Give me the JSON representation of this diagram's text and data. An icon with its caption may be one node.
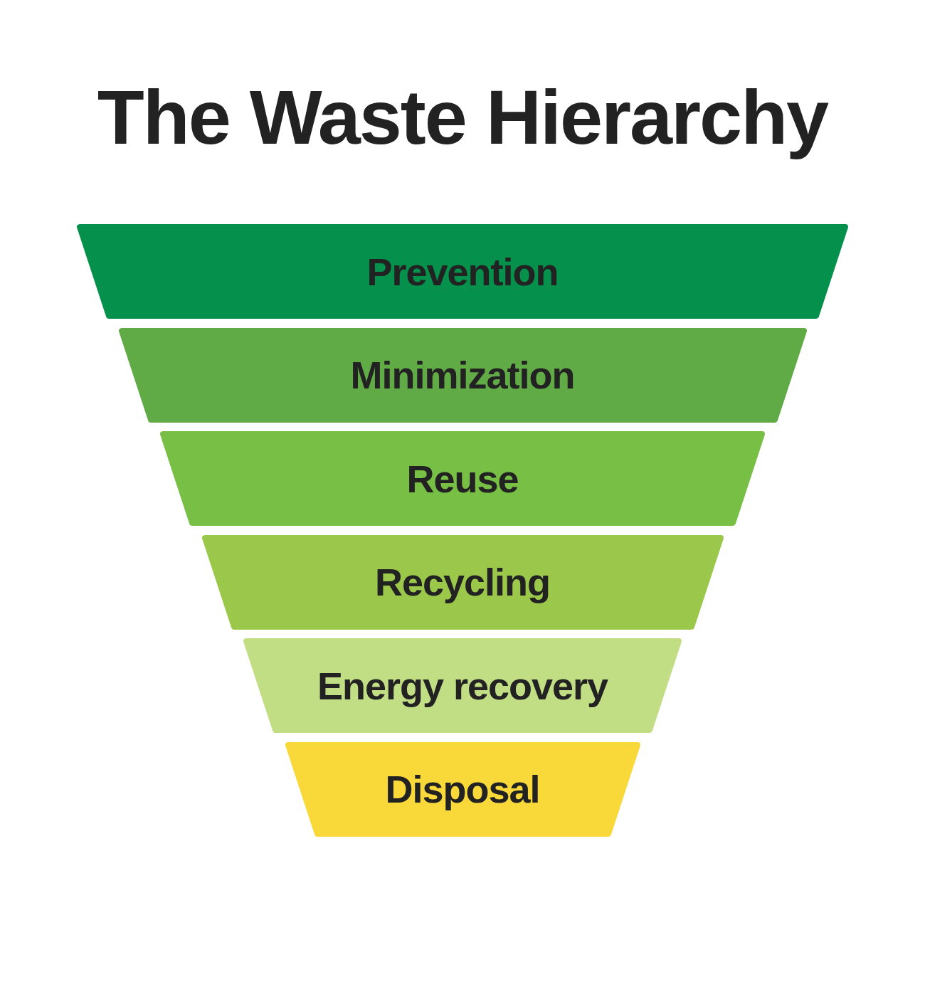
{
  "diagram": {
    "title": "The Waste Hierarchy",
    "nodes": [
      {
        "text": [
          "Prevention"
        ]
      },
      {
        "text": [
          "Minimization"
        ]
      },
      {
        "text": [
          "Reuse"
        ]
      },
      {
        "text": [
          "Recycling"
        ]
      },
      {
        "text": [
          "Energy recovery"
        ]
      },
      {
        "text": [
          "Disposal"
        ]
      }
    ]
  }
}
